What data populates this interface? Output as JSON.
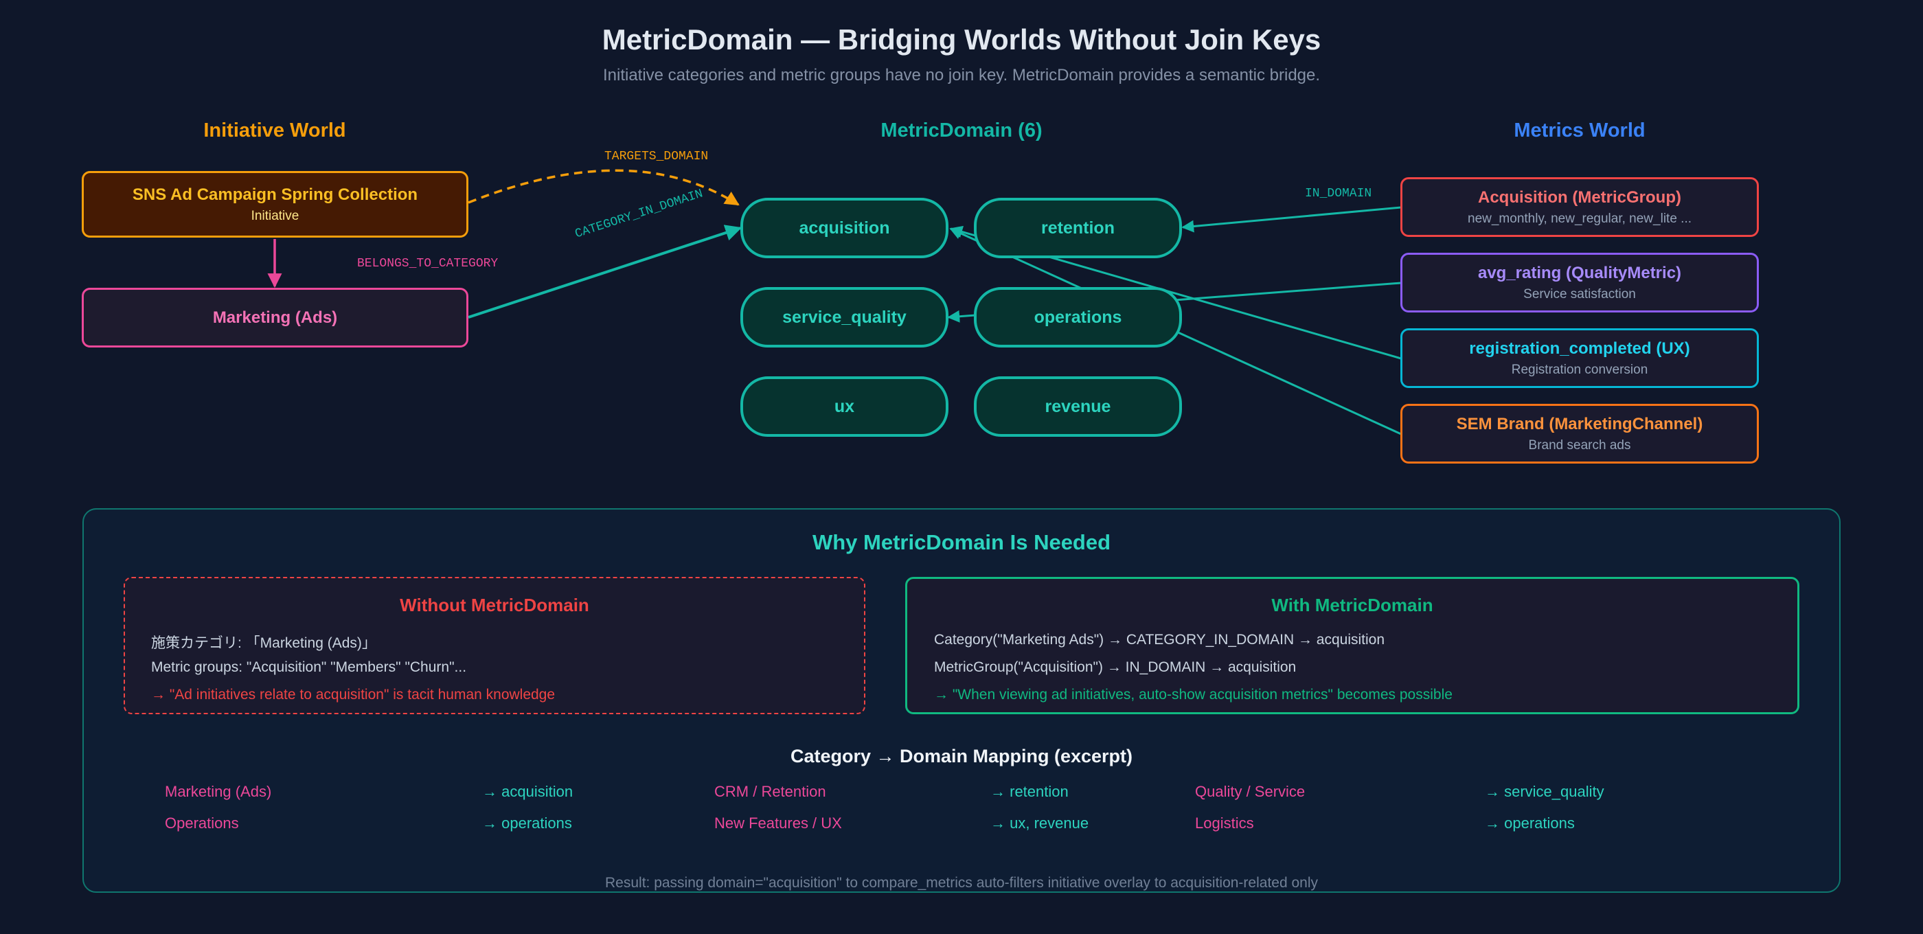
{
  "title": "MetricDomain — Bridging Worlds Without Join Keys",
  "subtitle": "Initiative categories and metric groups have no join key. MetricDomain provides a semantic bridge.",
  "columns": {
    "initiative": "Initiative World",
    "domain": "MetricDomain (6)",
    "metrics": "Metrics World"
  },
  "initiative_nodes": {
    "campaign": {
      "title": "SNS Ad Campaign Spring Collection",
      "subtitle": "Initiative"
    },
    "category": {
      "title": "Marketing (Ads)"
    }
  },
  "domains": [
    "acquisition",
    "retention",
    "service_quality",
    "operations",
    "ux",
    "revenue"
  ],
  "metric_nodes": [
    {
      "title": "Acquisition (MetricGroup)",
      "subtitle": "new_monthly, new_regular, new_lite ..."
    },
    {
      "title": "avg_rating (QualityMetric)",
      "subtitle": "Service satisfaction"
    },
    {
      "title": "registration_completed (UX)",
      "subtitle": "Registration conversion"
    },
    {
      "title": "SEM Brand (MarketingChannel)",
      "subtitle": "Brand search ads"
    }
  ],
  "edges": {
    "targets_domain": "TARGETS_DOMAIN",
    "belongs_to_category": "BELONGS_TO_CATEGORY",
    "category_in_domain": "CATEGORY_IN_DOMAIN",
    "in_domain": "IN_DOMAIN"
  },
  "panel": {
    "title": "Why MetricDomain Is Needed",
    "without": {
      "title": "Without MetricDomain",
      "lines": [
        "施策カテゴリ: 「Marketing (Ads)」",
        "Metric groups: \"Acquisition\" \"Members\" \"Churn\"...",
        "→ \"Ad initiatives relate to acquisition\" is tacit human knowledge"
      ]
    },
    "with": {
      "title": "With MetricDomain",
      "lines": [
        "Category(\"Marketing Ads\") → CATEGORY_IN_DOMAIN → acquisition",
        "MetricGroup(\"Acquisition\") → IN_DOMAIN → acquisition",
        "→ \"When viewing ad initiatives, auto-show acquisition metrics\" becomes possible"
      ]
    },
    "mapping_title": "Category → Domain Mapping (excerpt)",
    "mappings": [
      {
        "category": "Marketing (Ads)",
        "domain": "→ acquisition"
      },
      {
        "category": "CRM / Retention",
        "domain": "→ retention"
      },
      {
        "category": "Quality / Service",
        "domain": "→ service_quality"
      },
      {
        "category": "Operations",
        "domain": "→ operations"
      },
      {
        "category": "New Features / UX",
        "domain": "→ ux, revenue"
      },
      {
        "category": "Logistics",
        "domain": "→ operations"
      }
    ],
    "footnote": "Result: passing domain=\"acquisition\" to compare_metrics auto-filters initiative overlay to acquisition-related only"
  },
  "colors": {
    "background": "#0f172a",
    "initiative": "#f59e0b",
    "category": "#ec4899",
    "domain": "#14b8a6",
    "metrics_world": "#3b82f6",
    "metric_group": "#ef4444",
    "quality_metric": "#8b5cf6",
    "ux_metric": "#06b6d4",
    "marketing_channel": "#f97316",
    "positive": "#10b981"
  }
}
